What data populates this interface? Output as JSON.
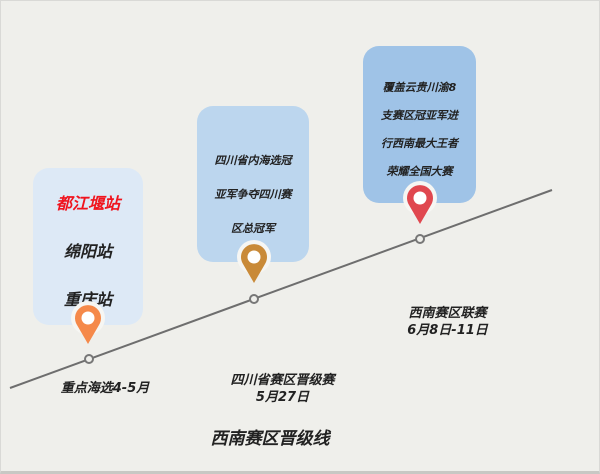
{
  "title": "西南赛区晋级线",
  "stages": [
    {
      "lines": [
        "都江堰站",
        "绵阳站",
        "重庆站"
      ],
      "label": [
        "重点海选4-5月"
      ],
      "pin_color": "#f5894a"
    },
    {
      "lines": [
        "四川省内海选冠",
        "亚军争夺四川赛",
        "区总冠军"
      ],
      "label": [
        "四川省赛区晋级赛",
        "5月27日"
      ],
      "pin_color": "#c98a38"
    },
    {
      "lines": [
        "覆盖云贵川渝8",
        "支赛区冠亚军进",
        "行西南最大王者",
        "荣耀全国大赛"
      ],
      "label": [
        "西南赛区联赛",
        "6月8日-11日"
      ],
      "pin_color": "#e0474f"
    }
  ],
  "highlight_color": "#f0141e"
}
